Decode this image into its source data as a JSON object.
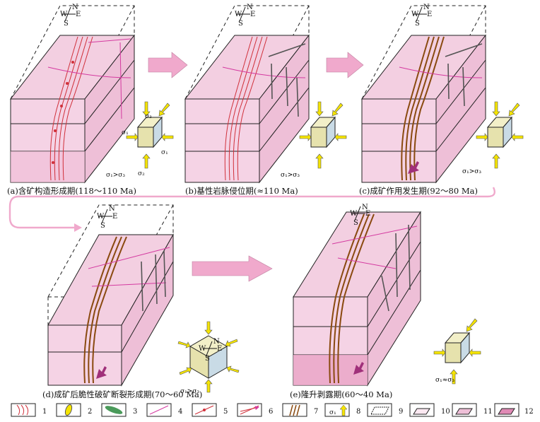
{
  "compass": {
    "n": "N",
    "s": "S",
    "w": "W",
    "e": "E"
  },
  "panels": [
    {
      "caption": "(a)含矿构造形成期(118～110 Ma)",
      "relation": "σ₁>σ₃"
    },
    {
      "caption": "(b)基性岩脉侵位期(≈110 Ma)",
      "relation": "σ₁>σ₃"
    },
    {
      "caption": "(c)成矿作用发生期(92～80 Ma)",
      "relation": "σ₁>σ₃"
    },
    {
      "caption": "(d)成矿后脆性破矿断裂形成期(70～60 Ma)",
      "relation": "σ₁>σ₃"
    },
    {
      "caption": "(e)隆升剥露期(60～40 Ma)",
      "relation": "σ₁≈σ₃"
    }
  ],
  "stress": {
    "s1": "σ₁",
    "s2": "σ₂",
    "s3": "σ₃"
  },
  "legend": [
    "1",
    "2",
    "3",
    "4",
    "5",
    "6",
    "7",
    "8",
    "9",
    "10",
    "11",
    "12"
  ],
  "legend_stress_label": "σ₁",
  "colors": {
    "block_top": "#f3cfe1",
    "block_front": "#f5d3e5",
    "block_side": "#eebfd7",
    "block_bottom_layer": "#eaa6c8",
    "fault_red": "#d0303a",
    "fault_pink": "#d43aa0",
    "arrow_pink": "#f0a9cc",
    "stress_yellow": "#f5e400",
    "cube_top": "#f2efc8",
    "cube_front": "#e6e2ad",
    "cube_side": "#c9dbe6"
  }
}
